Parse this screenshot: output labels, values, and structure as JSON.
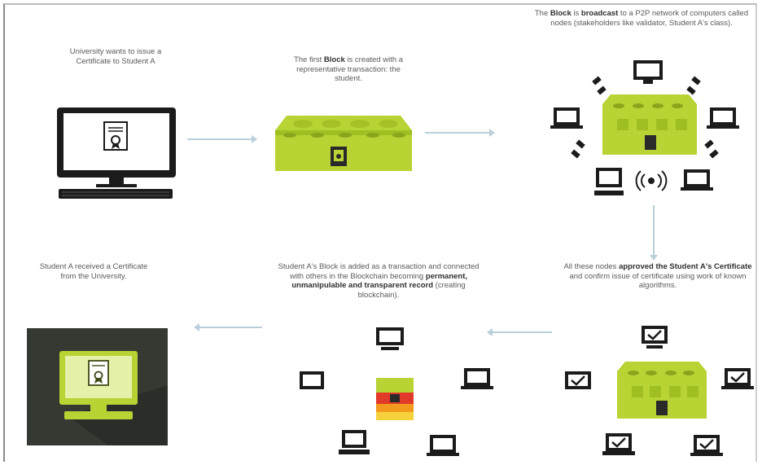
{
  "steps": {
    "step1": {
      "text": "University wants to issue a Certificate to Student A"
    },
    "step2": {
      "pre": "The first ",
      "bold": "Block",
      "post": " is created with a representative transaction: the student."
    },
    "step3": {
      "pre": "The ",
      "bold": "Block",
      "mid": " is ",
      "bold2": "broadcast",
      "post": " to a P2P network of computers called nodes (stakeholders like validator, Student A's class)."
    },
    "step4": {
      "pre": "All these nodes ",
      "bold": "approved the Student A's Certificate",
      "post": " and confirm issue of certificate using work of known algorithms."
    },
    "step5": {
      "pre": "Student A's Block is added as a transaction and connected with others in the Blockchain becoming ",
      "bold": "permanent, unmanipulable and transparent record",
      "post": " (creating blockchain)."
    },
    "step6": {
      "text": "Student A received a Certificate from the University."
    }
  },
  "colors": {
    "block_green": "#b7d334",
    "block_dark": "#8aa51c",
    "arrow": "#b9cfd9",
    "icon_dark": "#1b1b1b",
    "panel_dark": "#343932",
    "chain_red": "#e23a2a",
    "chain_orange": "#f39a1e",
    "chain_yellow": "#f5d23b"
  },
  "icons": [
    "desktop-computer-icon",
    "certificate-icon",
    "green-block-icon",
    "laptop-icon",
    "monitor-icon",
    "wifi-signal-icon",
    "checkmark-monitor-icon",
    "blockchain-stack-icon"
  ]
}
